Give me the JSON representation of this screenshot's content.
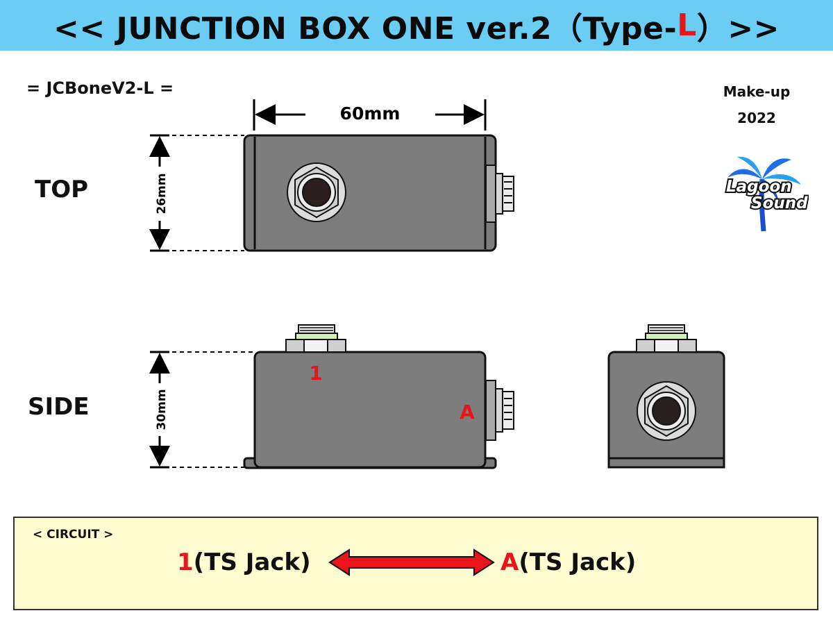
{
  "header": {
    "title_prefix": "<< JUNCTION BOX ONE ver.2（Type-",
    "title_highlight": "L",
    "title_suffix": "）>>"
  },
  "product_code": "= JCBoneV2-L =",
  "credit": {
    "line1": "Make-up",
    "line2": "2022"
  },
  "logo": {
    "line1": "Lagoon",
    "line2": "Sound",
    "icon": "palm-tree-icon"
  },
  "views": {
    "top": {
      "label": "TOP",
      "width_dim": "60mm",
      "height_dim": "26mm"
    },
    "side": {
      "label": "SIDE",
      "height_dim": "30mm",
      "jack_1": "1",
      "jack_a": "A"
    }
  },
  "circuit": {
    "title": "< CIRCUIT >",
    "left_id": "1",
    "left_text": "(TS Jack)",
    "right_id": "A",
    "right_text": "(TS Jack)"
  },
  "colors": {
    "header_bg": "#6ccdf4",
    "body_box": "#7d7d7d",
    "highlight": "#e8151b",
    "circuit_bg": "#fefdd2"
  }
}
